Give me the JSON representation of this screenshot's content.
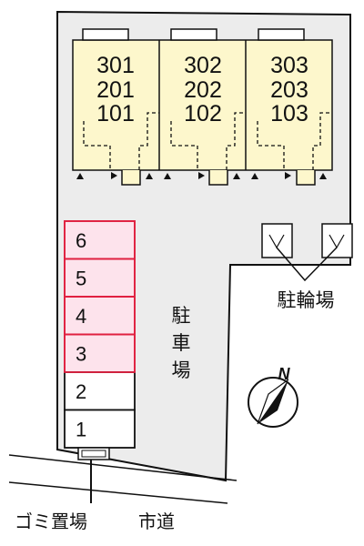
{
  "building": {
    "units": [
      {
        "floors": [
          "301",
          "201",
          "101"
        ]
      },
      {
        "floors": [
          "302",
          "202",
          "102"
        ]
      },
      {
        "floors": [
          "303",
          "203",
          "103"
        ]
      }
    ]
  },
  "parking": {
    "label_chars": [
      "駐",
      "車",
      "場"
    ],
    "slots": [
      {
        "label": "6",
        "highlighted": true
      },
      {
        "label": "5",
        "highlighted": true
      },
      {
        "label": "4",
        "highlighted": true
      },
      {
        "label": "3",
        "highlighted": true
      },
      {
        "label": "2",
        "highlighted": false
      },
      {
        "label": "1",
        "highlighted": false
      }
    ]
  },
  "bicycle_parking": {
    "label": "駐輪場"
  },
  "compass": {
    "north_label": "N"
  },
  "garbage": {
    "label": "ゴミ置場"
  },
  "road": {
    "label": "市道"
  },
  "colors": {
    "site_fill": "#ececec",
    "building_fill": "#fdf7cc",
    "slot_highlight_fill": "#fde3ec",
    "slot_highlight_border": "#e02040",
    "line": "#111111"
  }
}
